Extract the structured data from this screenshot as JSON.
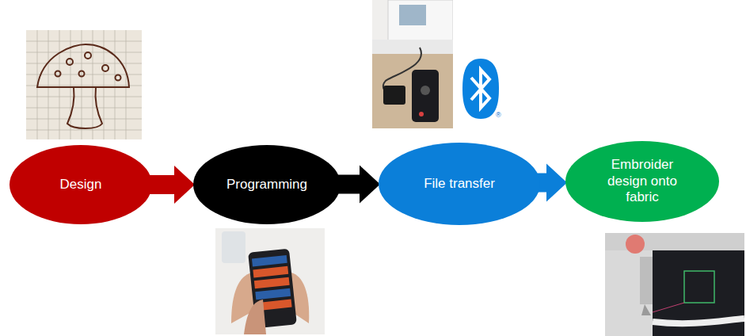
{
  "diagram": {
    "nodes": [
      {
        "text": [
          "Design"
        ]
      },
      {
        "text": [
          "Programming"
        ]
      },
      {
        "text": [
          "File transfer"
        ]
      },
      {
        "text": [
          "Embroider design onto fabric"
        ]
      }
    ],
    "edges": [
      {
        "from": 0,
        "to": 1,
        "arrow": "to"
      },
      {
        "from": 1,
        "to": 2,
        "arrow": "to"
      },
      {
        "from": 2,
        "to": 3,
        "arrow": "to"
      }
    ],
    "labels": [
      "®"
    ]
  }
}
